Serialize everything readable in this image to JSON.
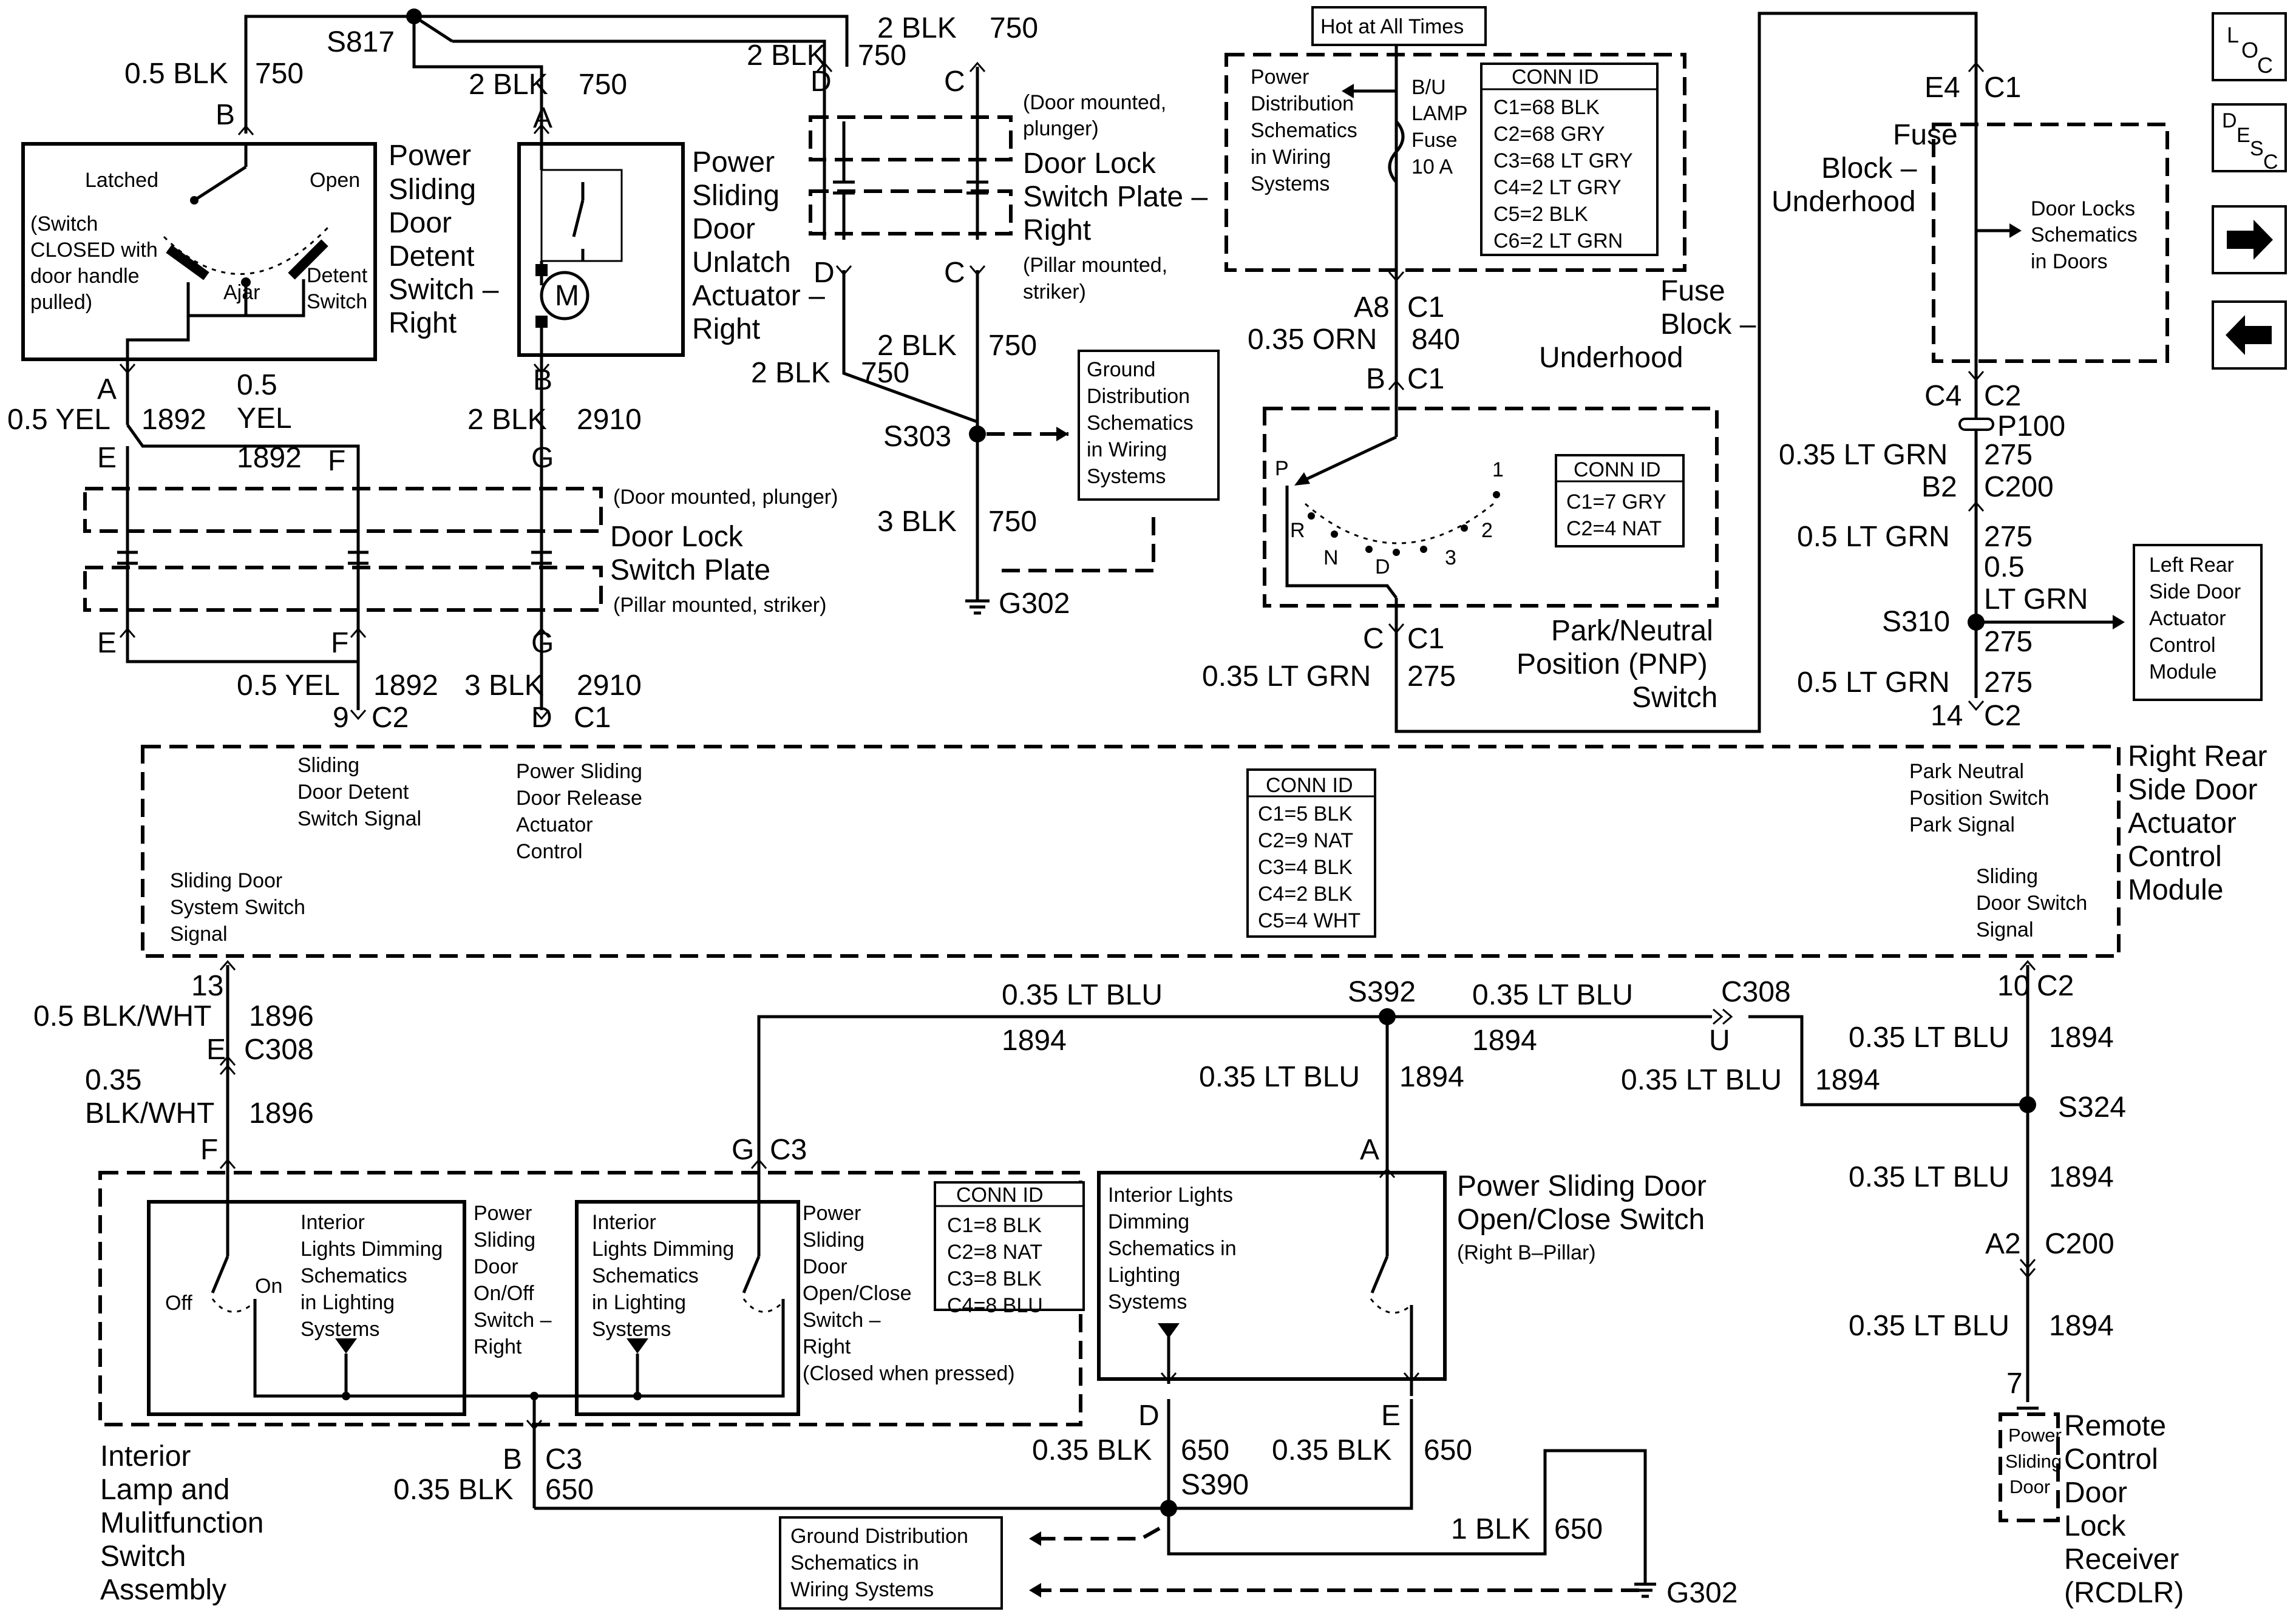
{
  "nav": {
    "loc": "LOC",
    "desc": "DESC"
  },
  "hot": "Hot at All Times",
  "fuse_box": {
    "pds": [
      "Power",
      "Distribution",
      "Schematics",
      "in Wiring",
      "Systems"
    ],
    "fuse": [
      "B/U",
      "LAMP",
      "Fuse",
      "10 A"
    ],
    "conn_title": "CONN ID",
    "conn": [
      "C1=68 BLK",
      "C2=68 GRY",
      "C3=68 LT GRY",
      "C4=2 LT GRY",
      "C5=2 BLK",
      "C6=2 LT GRN"
    ],
    "name": [
      "Fuse",
      "Block –",
      "Underhood"
    ]
  },
  "fuse_right": {
    "name": [
      "Fuse",
      "Block –",
      "Underhood"
    ],
    "door_locks": [
      "Door Locks",
      "Schematics",
      "in Doors"
    ]
  },
  "detent": {
    "latched": "Latched",
    "open": "Open",
    "ajar": "Ajar",
    "note": [
      "(Switch",
      "CLOSED with",
      "door handle",
      "pulled)"
    ],
    "detent": [
      "Detent",
      "Switch"
    ],
    "name": [
      "Power",
      "Sliding",
      "Door",
      "Detent",
      "Switch –",
      "Right"
    ]
  },
  "unlatch": {
    "m": "M",
    "name": [
      "Power",
      "Sliding",
      "Door",
      "Unlatch",
      "Actuator –",
      "Right"
    ]
  },
  "plate_top": {
    "mounted": [
      "(Door mounted,",
      "plunger)"
    ],
    "name": [
      "Door Lock",
      "Switch Plate –",
      "Right"
    ],
    "pillar": [
      "(Pillar mounted,",
      "striker)"
    ]
  },
  "plate_left": {
    "mounted": "(Door mounted, plunger)",
    "name": [
      "Door Lock",
      "Switch Plate"
    ],
    "pillar": "(Pillar mounted, striker)"
  },
  "ground_box_top": [
    "Ground",
    "Distribution",
    "Schematics",
    "in Wiring",
    "Systems"
  ],
  "pnp": {
    "conn_title": "CONN ID",
    "conn": [
      "C1=7 GRY",
      "C2=4 NAT"
    ],
    "positions": {
      "p": "P",
      "r": "R",
      "n": "N",
      "d": "D",
      "three": "3",
      "two": "2",
      "one": "1"
    },
    "name": [
      "Park/Neutral",
      "Position (PNP)",
      "Switch"
    ]
  },
  "left_rear_box": [
    "Left Rear",
    "Side Door",
    "Actuator",
    "Control",
    "Module"
  ],
  "module": {
    "name": [
      "Right Rear",
      "Side Door",
      "Actuator",
      "Control",
      "Module"
    ],
    "sig_detent": [
      "Sliding",
      "Door Detent",
      "Switch Signal"
    ],
    "sig_release": [
      "Power Sliding",
      "Door Release",
      "Actuator",
      "Control"
    ],
    "sig_system": [
      "Sliding Door",
      "System Switch",
      "Signal"
    ],
    "sig_park": [
      "Park Neutral",
      "Position Switch",
      "Park Signal"
    ],
    "sig_door": [
      "Sliding",
      "Door Switch",
      "Signal"
    ],
    "conn_title": "CONN ID",
    "conn": [
      "C1=5 BLK",
      "C2=9 NAT",
      "C3=4 BLK",
      "C4=2 BLK",
      "C5=4 WHT"
    ]
  },
  "bottom": {
    "dim1": [
      "Interior",
      "Lights Dimming",
      "Schematics",
      "in Lighting",
      "Systems"
    ],
    "dim2": [
      "Interior",
      "Lights Dimming",
      "Schematics",
      "in Lighting",
      "Systems"
    ],
    "dim3": [
      "Interior Lights",
      "Dimming",
      "Schematics in",
      "Lighting",
      "Systems"
    ],
    "off": "Off",
    "on": "On",
    "onoff": [
      "Power",
      "Sliding",
      "Door",
      "On/Off",
      "Switch –",
      "Right"
    ],
    "openclose": [
      "Power",
      "Sliding",
      "Door",
      "Open/Close",
      "Switch –",
      "Right",
      "(Closed when pressed)"
    ],
    "conn_title": "CONN ID",
    "conn": [
      "C1=8 BLK",
      "C2=8 NAT",
      "C3=8 BLK",
      "C4=8 BLU"
    ],
    "assembly": [
      "Interior",
      "Lamp and",
      "Mulitfunction",
      "Switch",
      "Assembly"
    ],
    "psd_switch": [
      "Power Sliding Door",
      "Open/Close Switch"
    ],
    "psd_pillar": "(Right B–Pillar)",
    "ground_box": [
      "Ground Distribution",
      "Schematics in",
      "Wiring Systems"
    ],
    "rcdlr_box": [
      "Power",
      "Sliding",
      "Door"
    ],
    "rcdlr_name": [
      "Remote",
      "Control",
      "Door",
      "Lock",
      "Receiver",
      "(RCDLR)"
    ]
  },
  "labels": {
    "s817": "S817",
    "blk05": "0.5 BLK",
    "c750": "750",
    "blk2": "2 BLK",
    "blk3": "3 BLK",
    "blk035": "0.35 BLK",
    "blk1": "1 BLK",
    "B": "B",
    "A": "A",
    "C": "C",
    "D": "D",
    "E": "E",
    "F": "F",
    "G": "G",
    "U": "U",
    "c1": "C1",
    "c2": "C2",
    "c3": "C3",
    "c4": "C4",
    "c200": "C200",
    "c308": "C308",
    "p100": "P100",
    "s303": "S303",
    "g302": "G302",
    "s310": "S310",
    "s324": "S324",
    "s390": "S390",
    "s392": "S392",
    "yel05": "0.5 YEL",
    "yel05a": "0.5",
    "yel05b": "YEL",
    "c1892": "1892",
    "c2910": "2910",
    "orn": "0.35 ORN",
    "c840": "840",
    "a8": "A8",
    "e4": "E4",
    "b2": "B2",
    "a2": "A2",
    "ltgrn035": "0.35 LT GRN",
    "ltgrn05": "0.5 LT GRN",
    "ltgrn05a": "0.5",
    "ltgrn05b": "LT GRN",
    "c275": "275",
    "n9": "9",
    "n13": "13",
    "n14": "14",
    "n10": "10",
    "n7": "7",
    "blkwht05": "0.5 BLK/WHT",
    "blkwht035a": "0.35",
    "blkwht035b": "BLK/WHT",
    "c1896": "1896",
    "ltblu": "0.35 LT BLU",
    "c1894": "1894",
    "c650": "650"
  }
}
